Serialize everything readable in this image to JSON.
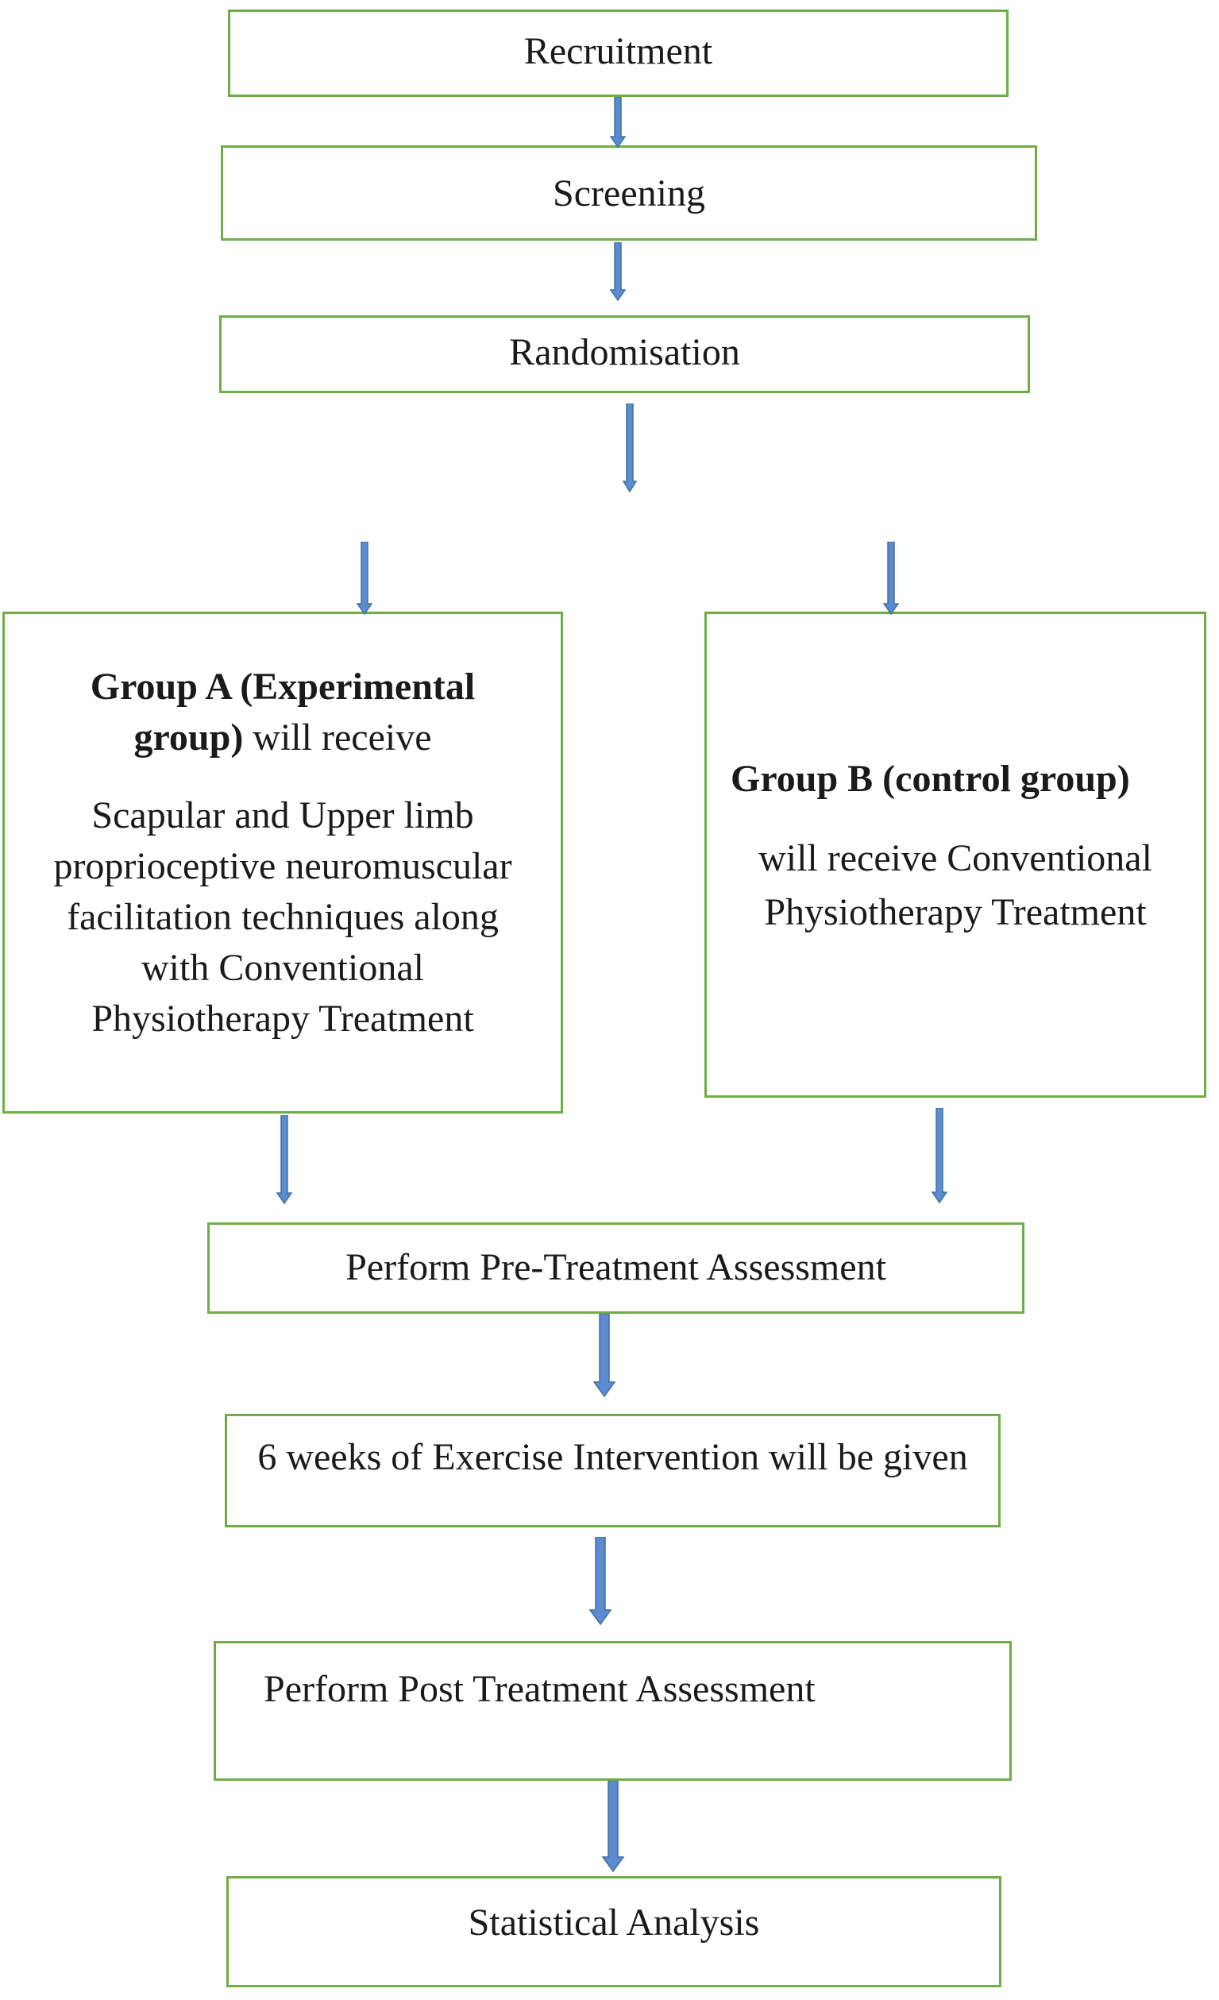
{
  "steps": {
    "recruitment": "Recruitment",
    "screening": "Screening",
    "randomisation": "Randomisation",
    "pre_assessment": "Perform Pre-Treatment Assessment",
    "intervention": "6 weeks of Exercise Intervention will be given",
    "post_assessment": "Perform Post Treatment Assessment",
    "analysis": "Statistical Analysis"
  },
  "group_a": {
    "title_bold_1": "Group A (Experimental",
    "title_bold_2": "group)",
    "title_rest": " will receive",
    "lines": [
      "Scapular and Upper limb",
      "proprioceptive neuromuscular",
      "facilitation techniques along",
      "with Conventional",
      "Physiotherapy Treatment"
    ]
  },
  "group_b": {
    "title_bold": "Group B (control group)",
    "lines": [
      "will receive Conventional",
      "Physiotherapy Treatment"
    ]
  },
  "colors": {
    "box_border": "#70ad47",
    "arrow_fill": "#5b8bd0",
    "arrow_stroke": "#41719c"
  }
}
